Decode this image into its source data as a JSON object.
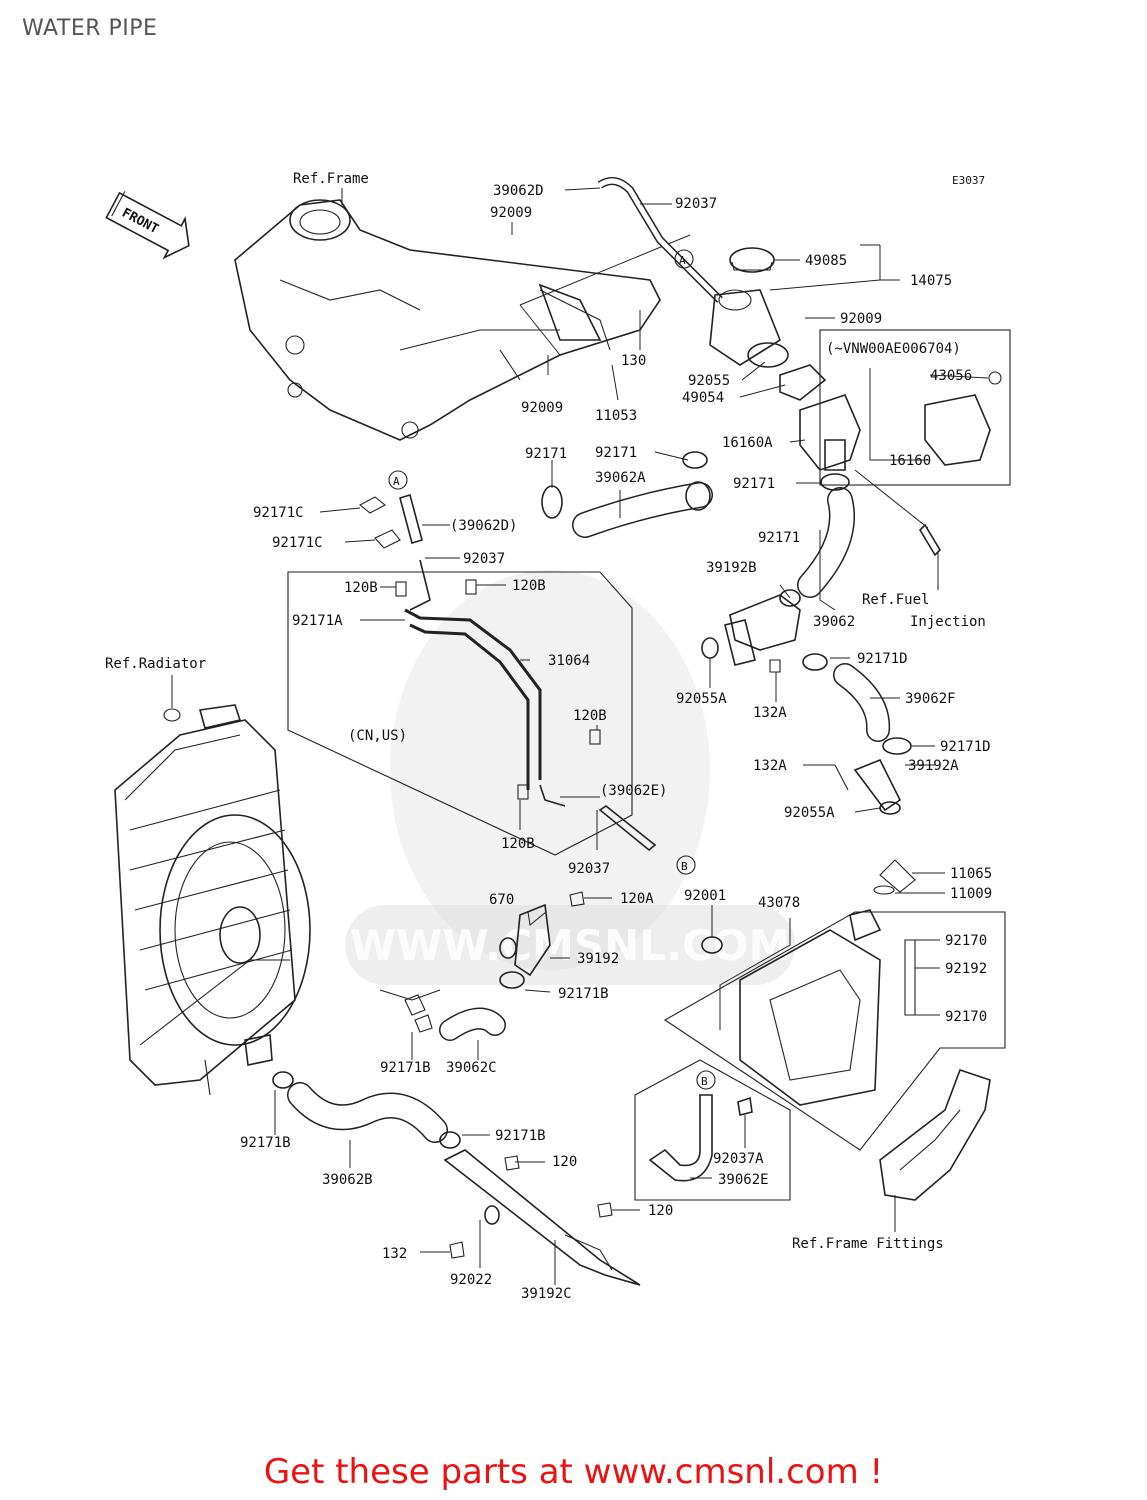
{
  "page": {
    "title": "WATER PIPE",
    "diagram_code": "E3037",
    "footer": "Get these parts at www.cmsnl.com !",
    "watermark": "WWW.CMSNL.COM",
    "accent_color": "#ee1111"
  },
  "direction_label": "FRONT",
  "callouts": {
    "ref_frame": "Ref.Frame",
    "ref_radiator": "Ref.Radiator",
    "ref_fuel": "Ref.Fuel",
    "injection": "Injection",
    "ref_frame_fittings": "Ref.Frame Fittings",
    "vnw_note": "(~VNW00AE006704)",
    "cn_us": "(CN,US)",
    "ref_39062d": "(39062D)",
    "ref_39062e": "(39062E)",
    "marker_a": "A",
    "marker_b": "B"
  },
  "parts": {
    "p39062D": "39062D",
    "p92037_top": "92037",
    "p92009_a": "92009",
    "p49085": "49085",
    "p14075": "14075",
    "p92009_b": "92009",
    "p130": "130",
    "p92009_c": "92009",
    "p11053": "11053",
    "p92055": "92055",
    "p49054": "49054",
    "p43056": "43056",
    "p16160A": "16160A",
    "p16160": "16160",
    "p92171_a": "92171",
    "p92171_b": "92171",
    "p39062A": "39062A",
    "p92171_c": "92171",
    "p92171C_a": "92171C",
    "p92171C_b": "92171C",
    "p92037_b": "92037",
    "p120B_a": "120B",
    "p120B_b": "120B",
    "p92171A": "92171A",
    "p31064": "31064",
    "p120B_c": "120B",
    "p120B_d": "120B",
    "p92171_d": "92171",
    "p39192B": "39192B",
    "p39062": "39062",
    "p92171D_a": "92171D",
    "p92055A_a": "92055A",
    "p132A_a": "132A",
    "p39062F": "39062F",
    "p92171D_b": "92171D",
    "p132A_b": "132A",
    "p39192A": "39192A",
    "p92055A_b": "92055A",
    "p92037_c": "92037",
    "p11065": "11065",
    "p11009": "11009",
    "p670": "670",
    "p120A": "120A",
    "p92001": "92001",
    "p43078": "43078",
    "p92170_a": "92170",
    "p92192": "92192",
    "p92170_b": "92170",
    "p39192": "39192",
    "p92171B_a": "92171B",
    "p92171B_b": "92171B",
    "p39062C": "39062C",
    "p92171B_c": "92171B",
    "p92171B_d": "92171B",
    "p39062B": "39062B",
    "p120_a": "120",
    "p92037A": "92037A",
    "p39062E": "39062E",
    "p120_b": "120",
    "p132": "132",
    "p92022": "92022",
    "p39192C": "39192C"
  }
}
